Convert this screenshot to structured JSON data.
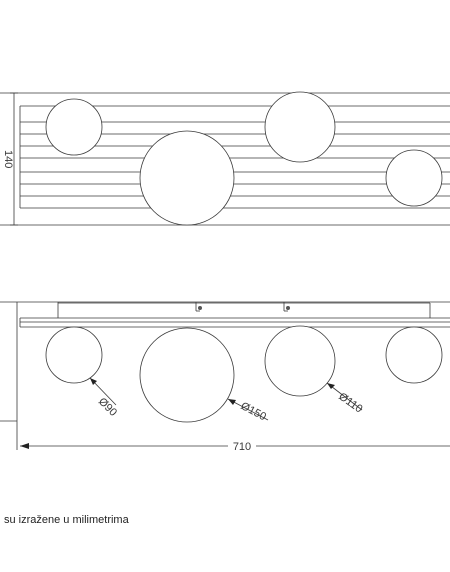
{
  "top_view": {
    "height_label": "140"
  },
  "front_view": {
    "dimensions": {
      "d90": "Ø90",
      "d150": "Ø150",
      "d110": "Ø110",
      "length": "710"
    }
  },
  "footer": {
    "note": "su izražene u milimetrima"
  }
}
